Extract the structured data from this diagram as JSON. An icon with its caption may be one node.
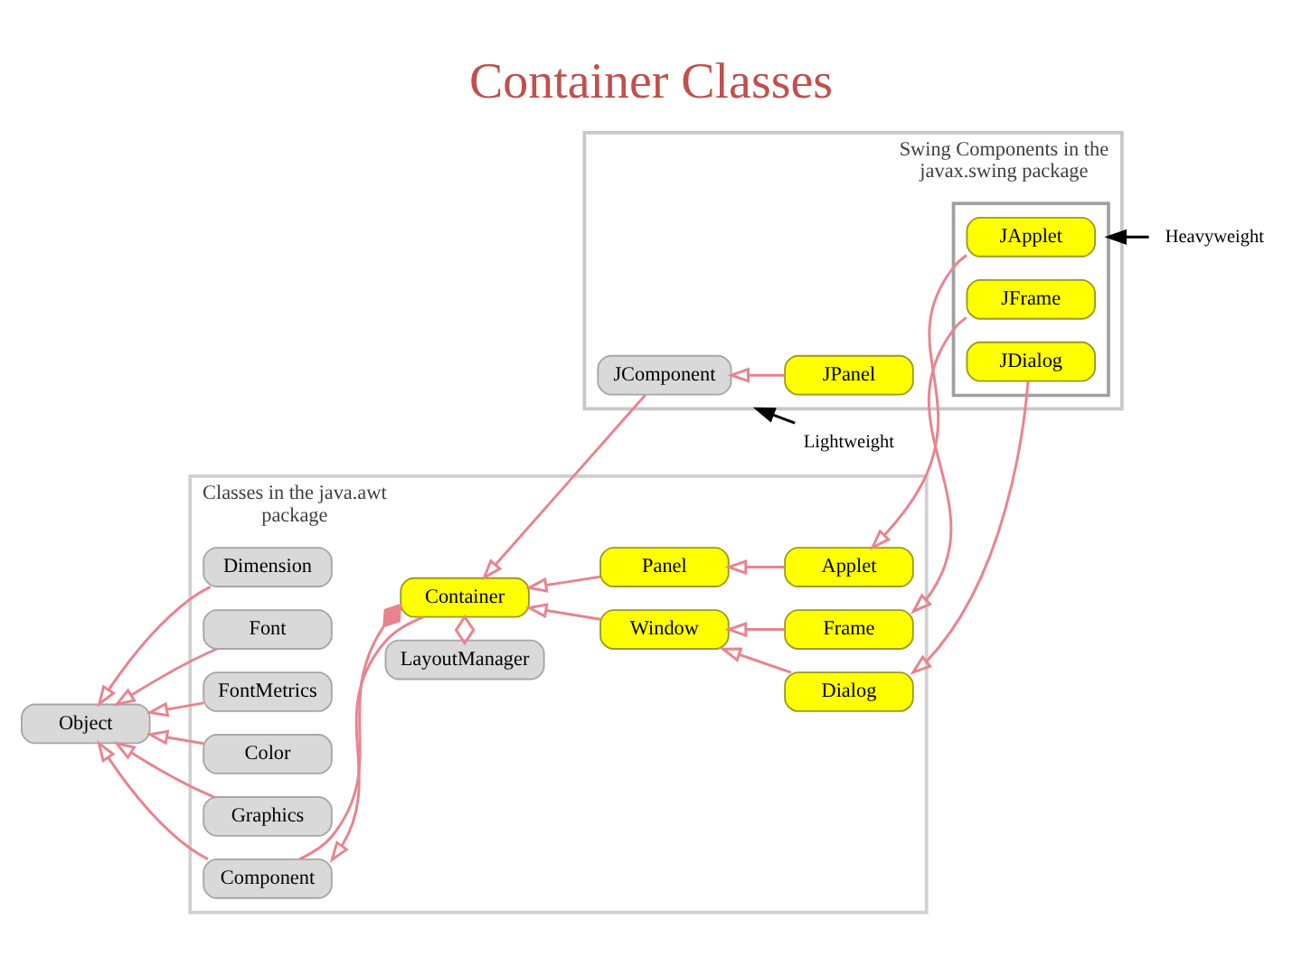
{
  "diagram": {
    "title": "Container Classes",
    "nodes": [
      {
        "text": [
          "Classes in the java.awt package"
        ]
      },
      {
        "text": [
          "Dimension"
        ],
        "in": 0
      },
      {
        "text": [
          "Font"
        ],
        "in": 0
      },
      {
        "text": [
          "FontMetrics"
        ],
        "in": 0
      },
      {
        "text": [
          "Color"
        ],
        "in": 0
      },
      {
        "text": [
          "Graphics"
        ],
        "in": 0
      },
      {
        "text": [
          "Component"
        ],
        "in": 0
      },
      {
        "text": [
          "LayoutManager"
        ],
        "in": 0
      },
      {
        "text": [
          "Container"
        ],
        "in": 0
      },
      {
        "text": [
          "Panel"
        ],
        "in": 0
      },
      {
        "text": [
          "Applet"
        ],
        "in": 0
      },
      {
        "text": [
          "Window"
        ],
        "in": 0
      },
      {
        "text": [
          "Frame"
        ],
        "in": 0
      },
      {
        "text": [
          "Dialog"
        ],
        "in": 0
      },
      {
        "text": [
          "Object"
        ]
      },
      {
        "text": [
          "Swing Components in the javax.swing package"
        ]
      },
      {
        "text": [],
        "shape": "box",
        "in": 15
      },
      {
        "text": [
          "JApplet"
        ],
        "in": 16
      },
      {
        "text": [
          "JFrame"
        ],
        "in": 16
      },
      {
        "text": [
          "JDialog"
        ],
        "in": 16
      },
      {
        "text": [
          "JComponent"
        ],
        "in": 15
      },
      {
        "text": [
          "JPanel"
        ],
        "in": 15
      },
      {
        "text": [
          "Heavyweight"
        ]
      },
      {
        "text": [
          "Lightweight"
        ]
      }
    ],
    "edges": [
      {
        "from": 1,
        "to": 14,
        "arrow": "to"
      },
      {
        "from": 2,
        "to": 14,
        "arrow": "to"
      },
      {
        "from": 3,
        "to": 14,
        "arrow": "to"
      },
      {
        "from": 4,
        "to": 14,
        "arrow": "to"
      },
      {
        "from": 5,
        "to": 14,
        "arrow": "to"
      },
      {
        "from": 6,
        "to": 14,
        "arrow": "to"
      },
      {
        "from": 8,
        "to": 6,
        "arrow": "to"
      },
      {
        "from": 7,
        "to": 8,
        "arrow": "other"
      },
      {
        "from": 6,
        "to": 8,
        "arrow": "other"
      },
      {
        "from": 9,
        "to": 8,
        "arrow": "to"
      },
      {
        "from": 11,
        "to": 8,
        "arrow": "to"
      },
      {
        "from": 20,
        "to": 8,
        "arrow": "to"
      },
      {
        "from": 10,
        "to": 9,
        "arrow": "to"
      },
      {
        "from": 17,
        "to": 10,
        "arrow": "to"
      },
      {
        "from": 12,
        "to": 11,
        "arrow": "to"
      },
      {
        "from": 13,
        "to": 11,
        "arrow": "to"
      },
      {
        "from": 18,
        "to": 12,
        "arrow": "to"
      },
      {
        "from": 19,
        "to": 13,
        "arrow": "to"
      },
      {
        "from": 21,
        "to": 20,
        "arrow": "to"
      },
      {
        "from": 22,
        "to": 16,
        "arrow": "to",
        "color": "#000000"
      },
      {
        "from": 23,
        "to": 15,
        "arrow": "to",
        "color": "#000000"
      }
    ]
  }
}
